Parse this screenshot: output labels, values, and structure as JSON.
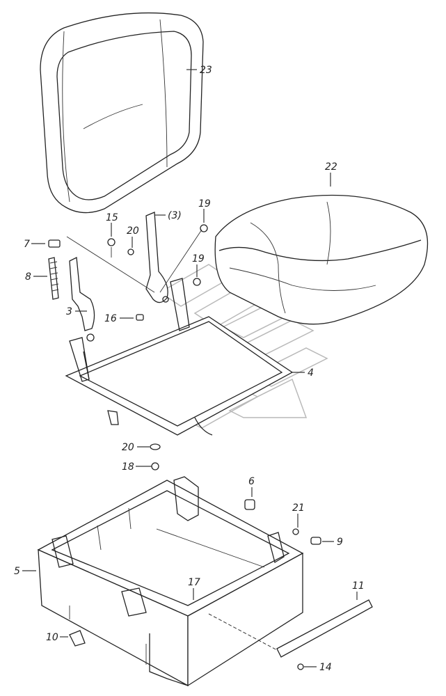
{
  "callouts": {
    "c23": "23",
    "c22": "22",
    "c15": "15",
    "c3p": "(3)",
    "c19a": "19",
    "c20a": "20",
    "c7": "7",
    "c8": "8",
    "c19b": "19",
    "c3": "3",
    "c16": "16",
    "c4": "4",
    "c20b": "20",
    "c18": "18",
    "c6": "6",
    "c21": "21",
    "c9": "9",
    "c5": "5",
    "c17": "17",
    "c11": "11",
    "c10": "10",
    "c14": "14"
  },
  "parts": {
    "p23": "backrest-cushion",
    "p22": "seat-cushion",
    "p4": "seat-frame",
    "p5": "seat-base-box",
    "p11": "rod",
    "p3": "adjust-lever"
  },
  "colors": {
    "line": "#222222",
    "watermark": "#b9b9b9",
    "background": "#ffffff"
  }
}
